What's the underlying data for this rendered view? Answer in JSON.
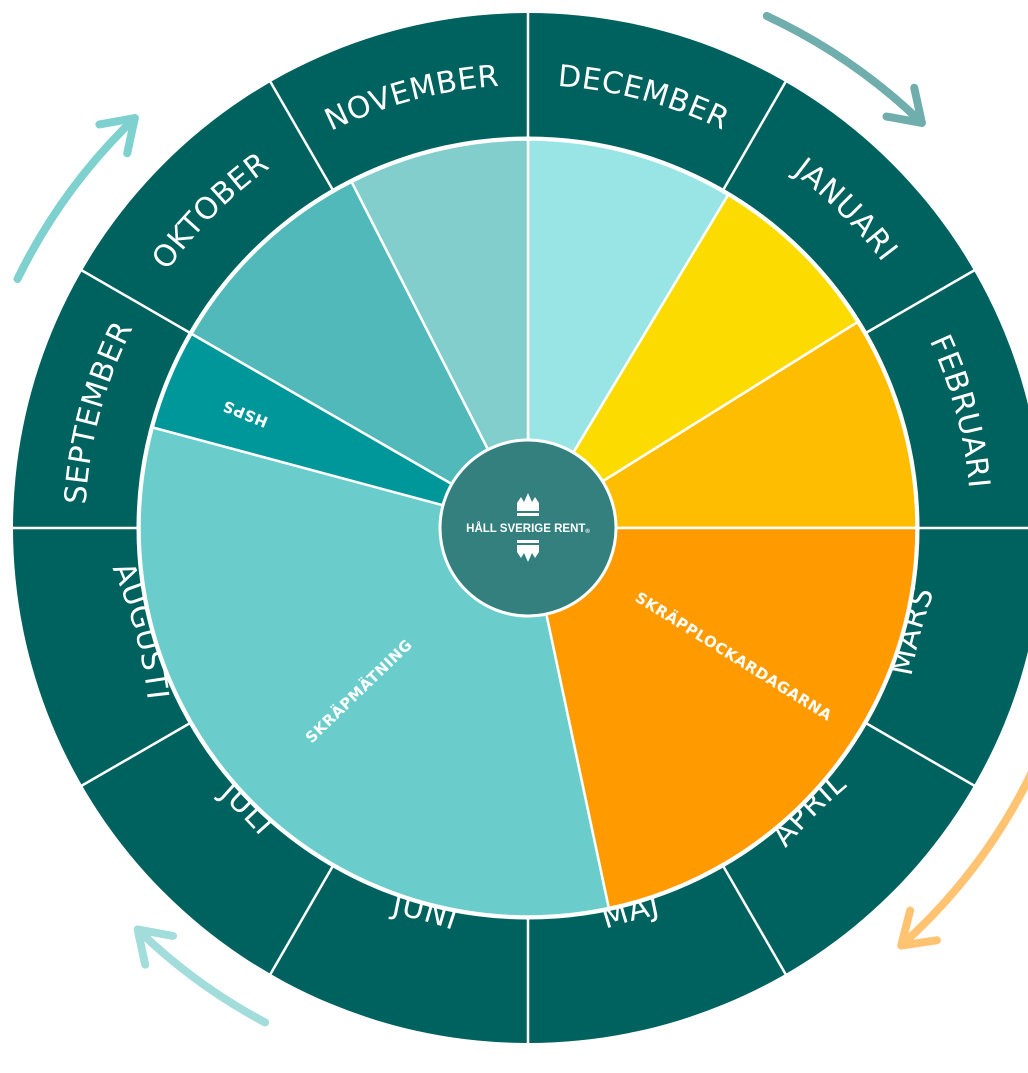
{
  "months": [
    {
      "label": "NOVEMBER"
    },
    {
      "label": "DECEMBER"
    },
    {
      "label": "JANUARI"
    },
    {
      "label": "FEBRUARI"
    },
    {
      "label": "MARS"
    },
    {
      "label": "APRIL"
    },
    {
      "label": "MAJ"
    },
    {
      "label": "JUNI"
    },
    {
      "label": "JULI"
    },
    {
      "label": "AUGUSTI"
    },
    {
      "label": "SEPTEMBER"
    },
    {
      "label": "OKTOBER"
    }
  ],
  "segments": [
    {
      "label": "",
      "color": "#99E5E6"
    },
    {
      "label": "",
      "color": "#FCDB00"
    },
    {
      "label": "",
      "color": "#FFBD00"
    },
    {
      "label": "SKRÄPPLOCKARDAGARNA",
      "color": "#FF9B00"
    },
    {
      "label": "SKRÄPMÄTNING",
      "color": "#6ACDCC"
    },
    {
      "label": "HSPS",
      "color": "#00979A"
    },
    {
      "label": "",
      "color": "#51B9B9"
    },
    {
      "label": "",
      "color": "#82CECD"
    }
  ],
  "logo": {
    "text": "HÅLL SVERIGE RENT",
    "registered": "®"
  },
  "colors": {
    "ring": "#00625F",
    "hub": "#33807E",
    "arrow_top_right": "#6FAEAD",
    "arrow_top_left": "#7FD1CF",
    "arrow_bottom_left": "#A3DDDB",
    "arrow_bottom_right": "#FFC371"
  },
  "icons": [
    "arrow-clockwise-icon",
    "hall-sverige-rent-logo-icon"
  ]
}
